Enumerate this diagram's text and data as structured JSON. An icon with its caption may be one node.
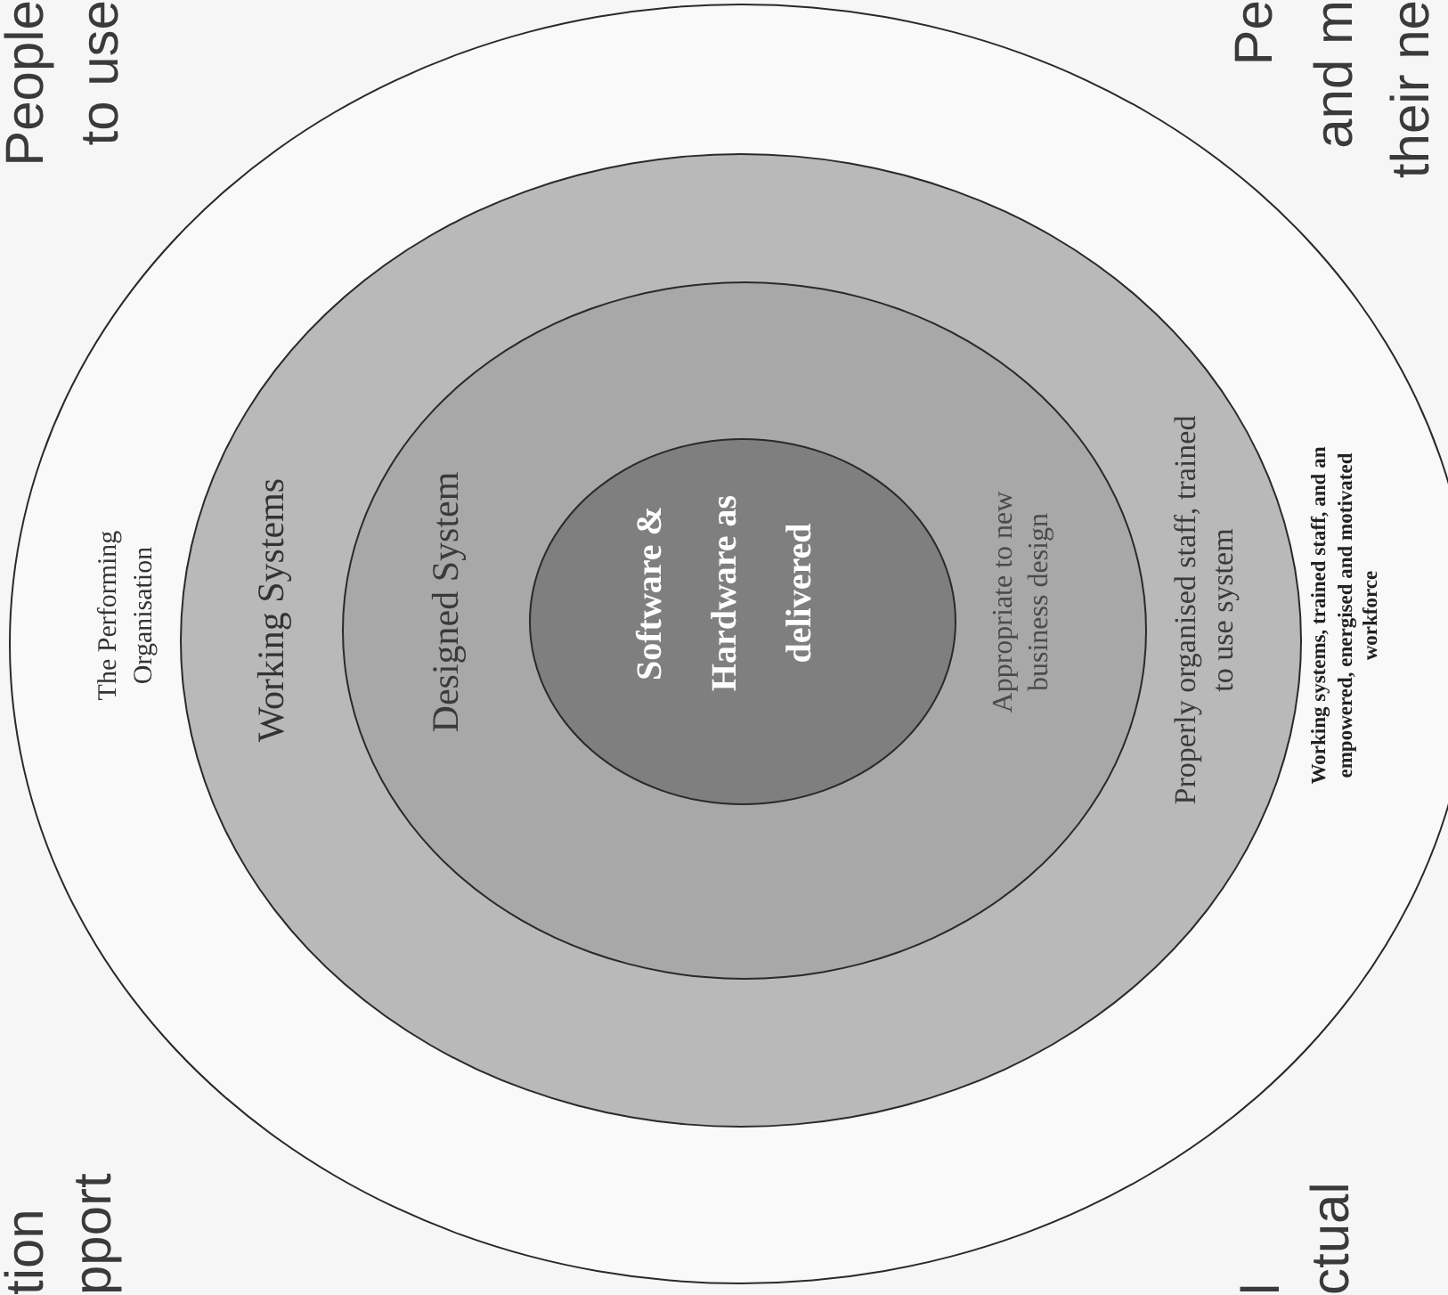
{
  "diagram": {
    "nodes": [
      {
        "text": [
          "The Performing Organisation",
          "Working systems, trained staff, and an empowered, energised and motivated workforce"
        ]
      },
      {
        "text": [
          "Working Systems",
          "Properly organised staff, trained to use system"
        ],
        "in": 0
      },
      {
        "text": [
          "Designed System",
          "Appropriate to new business design"
        ],
        "in": 1
      },
      {
        "text": [
          "Software & Hardware as delivered"
        ],
        "in": 2
      }
    ],
    "labels": [
      "People",
      "to use",
      "Pe",
      "and m",
      "their ne",
      "tion",
      "pport",
      "l",
      "ctual"
    ]
  }
}
